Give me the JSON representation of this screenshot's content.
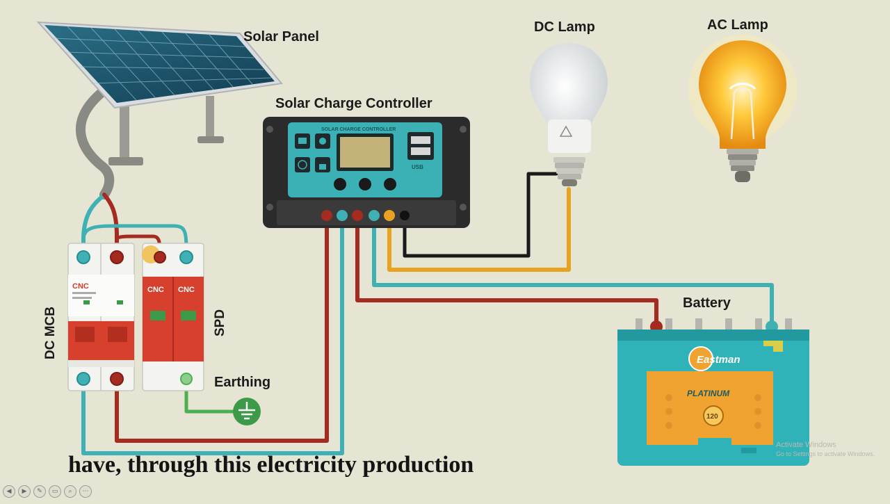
{
  "labels": {
    "solar_panel": "Solar Panel",
    "charge_controller": "Solar Charge Controller",
    "dc_lamp": "DC Lamp",
    "ac_lamp": "AC Lamp",
    "battery": "Battery",
    "dc_mcb": "DC MCB",
    "spd": "SPD",
    "earthing": "Earthing"
  },
  "caption": "have, through this electricity production",
  "controller_panel": {
    "header": "SOLAR CHARGE CONTROLLER",
    "usb_label": "USB"
  },
  "devices": {
    "mcb_brand": "CNC",
    "spd_brand_left": "CNC",
    "spd_brand_right": "CNC"
  },
  "battery_label": {
    "brand": "Eastman",
    "model": "PLATINUM",
    "capacity": "120"
  },
  "watermark": {
    "line1": "Activate Windows",
    "line2": "Go to Settings to activate Windows."
  },
  "colors": {
    "background": "#e6e4d2",
    "wire_red": "#a52a1f",
    "wire_teal": "#3fb0b4",
    "wire_black": "#1a1a1a",
    "wire_orange": "#e7a21f",
    "wire_green": "#4caf50",
    "spd_red": "#d6402c",
    "battery_teal": "#2fb3b8",
    "battery_orange": "#f0a330"
  }
}
